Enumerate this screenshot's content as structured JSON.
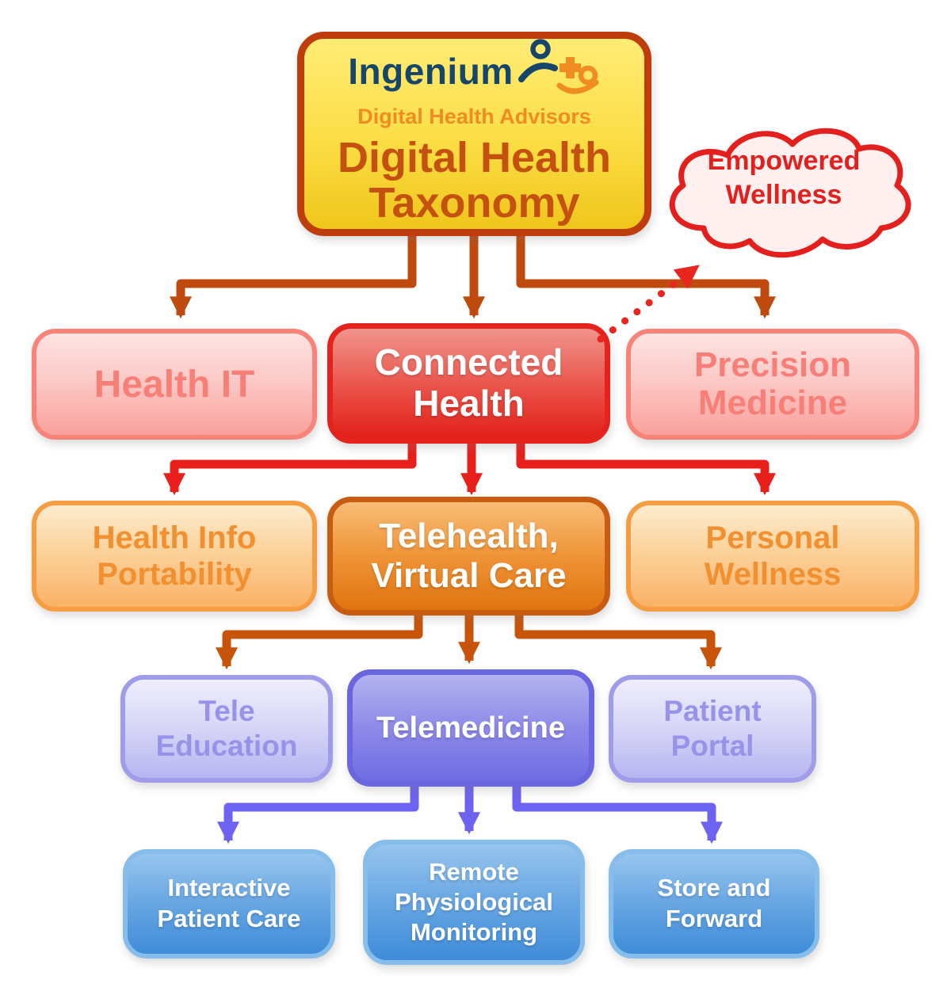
{
  "root_box": {
    "logo_name": "Ingenium",
    "logo_tagline": "Digital Health Advisors",
    "title_line1": "Digital Health",
    "title_line2": "Taxonomy"
  },
  "cloud": {
    "label_line1": "Empowered",
    "label_line2": "Wellness"
  },
  "boxes": {
    "health_it": {
      "label": "Health IT"
    },
    "connected_health": {
      "line1": "Connected",
      "line2": "Health"
    },
    "precision_medicine": {
      "line1": "Precision",
      "line2": "Medicine"
    },
    "health_info_portability": {
      "line1": "Health Info",
      "line2": "Portability"
    },
    "telehealth_virtual_care": {
      "line1": "Telehealth,",
      "line2": "Virtual Care"
    },
    "personal_wellness": {
      "line1": "Personal",
      "line2": "Wellness"
    },
    "tele_education": {
      "line1": "Tele",
      "line2": "Education"
    },
    "telemedicine": {
      "label": "Telemedicine"
    },
    "patient_portal": {
      "line1": "Patient",
      "line2": "Portal"
    },
    "interactive_patient_care": {
      "line1": "Interactive",
      "line2": "Patient Care"
    },
    "remote_physiological_monitoring": {
      "line1": "Remote",
      "line2": "Physiological",
      "line3": "Monitoring"
    },
    "store_and_forward": {
      "line1": "Store and",
      "line2": "Forward"
    }
  },
  "colors": {
    "arrow_level1": "#bf4a0e",
    "arrow_level2": "#e8201c",
    "arrow_level3": "#c75408",
    "arrow_level4": "#6c63f0",
    "arrow_dotted": "#e8251f",
    "cloud_border": "#e3201d",
    "cloud_fill": "#fdf0ee",
    "root_border": "#bf3c0c",
    "root_fill_top": "#ffec75",
    "root_fill_bottom": "#efc51a",
    "root_title_text": "#c4510f",
    "logo_name_text": "#17466b",
    "logo_tagline_text": "#ef8c22",
    "pink_text": "#f87f77",
    "orange_text": "#f28f2e",
    "lavender_text": "#9793e8",
    "white_text": "#ffffff"
  }
}
